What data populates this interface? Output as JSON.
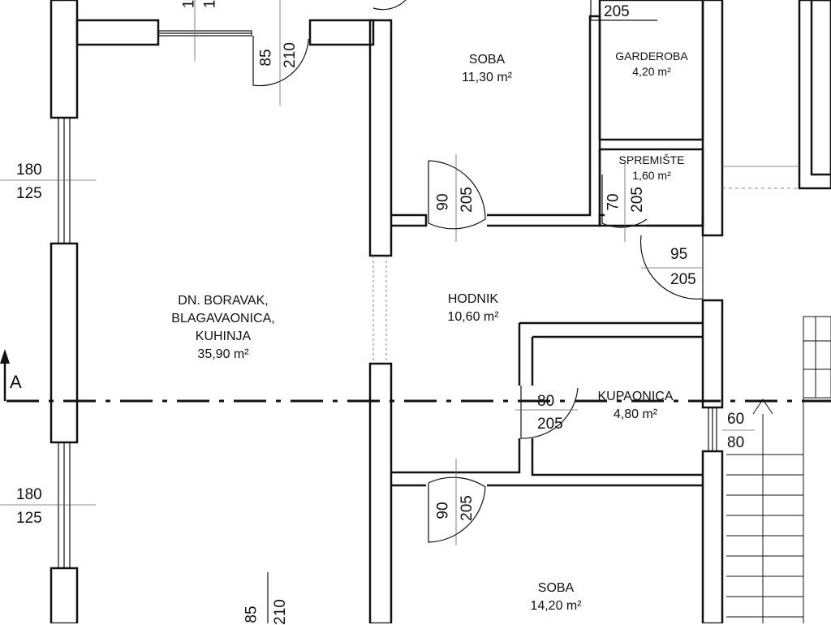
{
  "rooms": {
    "living": {
      "name_line1": "DN. BORAVAK,",
      "name_line2": "BLAGAVAONICA,",
      "name_line3": "KUHINJA",
      "area": "35,90 m²"
    },
    "bedroom_top": {
      "name": "SOBA",
      "area": "11,30 m²"
    },
    "wardrobe": {
      "name": "GARDEROBA",
      "area": "4,20 m²"
    },
    "storage": {
      "name": "SPREMIŠTE",
      "area": "1,60 m²"
    },
    "hallway": {
      "name": "HODNIK",
      "area": "10,60 m²"
    },
    "bathroom": {
      "name": "KUPAONICA",
      "area": "4,80 m²"
    },
    "bedroom_bottom": {
      "name": "SOBA",
      "area": "14,20 m²"
    }
  },
  "windows": {
    "left_upper": {
      "width": "180",
      "height": "125"
    },
    "left_lower": {
      "width": "180",
      "height": "125"
    },
    "bathroom": {
      "width": "60",
      "height": "80"
    }
  },
  "doors": {
    "living_top": {
      "width": "85",
      "height": "210"
    },
    "bedroom_top": {
      "width": "90",
      "height": "205"
    },
    "storage": {
      "width": "70",
      "height": "205"
    },
    "entry": {
      "width": "95",
      "height": "205"
    },
    "bathroom": {
      "width": "80",
      "height": "205"
    },
    "bedroom_bottom": {
      "width": "90",
      "height": "205"
    },
    "wardrobe_top_partial": {
      "height": "205"
    },
    "living_bottom_partial": {
      "width": "85",
      "height": "210"
    },
    "top_left_partial": {
      "value": "1"
    }
  },
  "section": {
    "label": "A"
  }
}
